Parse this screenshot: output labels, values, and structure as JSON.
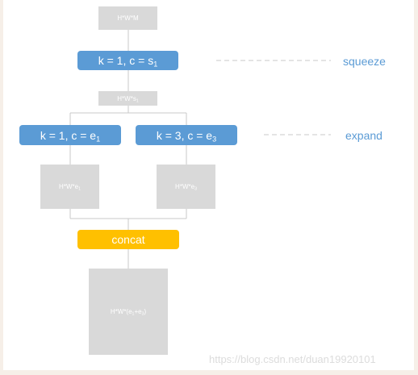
{
  "input": {
    "text": "H*W*M"
  },
  "squeeze": {
    "prefix": "k = 1, c = s",
    "sub": "1",
    "label": "squeeze"
  },
  "squeeze_out": {
    "prefix": "H*W*s",
    "sub": "1"
  },
  "expand_left": {
    "prefix": "k = 1, c = e",
    "sub": "1"
  },
  "expand_right": {
    "prefix": "k = 3, c = e",
    "sub": "3"
  },
  "expand": {
    "label": "expand"
  },
  "left_out": {
    "prefix": "H*W*e",
    "sub": "1"
  },
  "right_out": {
    "prefix": "H*W*e",
    "sub": "3"
  },
  "concat": {
    "label": "concat"
  },
  "output": {
    "prefix": "H*W*(e",
    "sub1": "1",
    "mid": "+e",
    "sub2": "3",
    "suffix": ")"
  },
  "watermark": {
    "text": "https://blog.csdn.net/duan19920101"
  },
  "colors": {
    "blue": "#5b9bd5",
    "gold": "#ffc000",
    "gray": "#d9d9d9",
    "line": "#c8c8c8"
  }
}
